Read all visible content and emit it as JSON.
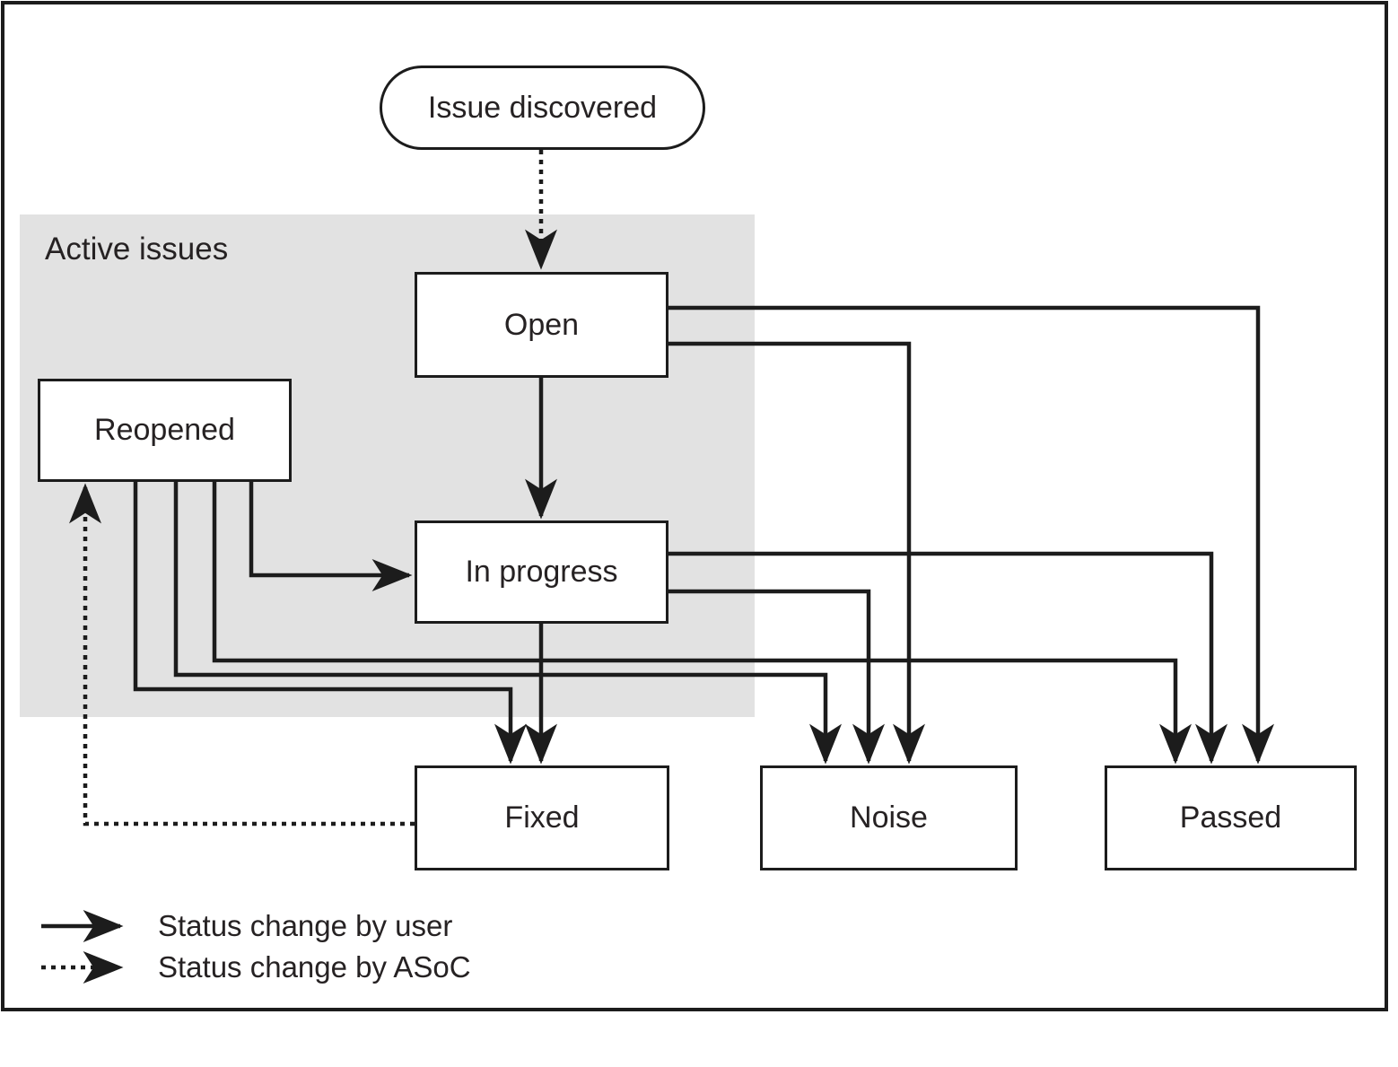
{
  "diagram": {
    "region_label": "Active issues",
    "nodes": {
      "issue_discovered": "Issue discovered",
      "open": "Open",
      "reopened": "Reopened",
      "in_progress": "In progress",
      "fixed": "Fixed",
      "noise": "Noise",
      "passed": "Passed"
    },
    "edges": [
      {
        "from": "issue_discovered",
        "to": "open",
        "style": "dotted"
      },
      {
        "from": "open",
        "to": "in_progress",
        "style": "solid"
      },
      {
        "from": "open",
        "to": "noise",
        "style": "solid"
      },
      {
        "from": "open",
        "to": "passed",
        "style": "solid"
      },
      {
        "from": "in_progress",
        "to": "fixed",
        "style": "solid"
      },
      {
        "from": "in_progress",
        "to": "noise",
        "style": "solid"
      },
      {
        "from": "in_progress",
        "to": "passed",
        "style": "solid"
      },
      {
        "from": "reopened",
        "to": "in_progress",
        "style": "solid"
      },
      {
        "from": "reopened",
        "to": "fixed",
        "style": "solid"
      },
      {
        "from": "reopened",
        "to": "noise",
        "style": "solid"
      },
      {
        "from": "reopened",
        "to": "passed",
        "style": "solid"
      },
      {
        "from": "fixed",
        "to": "reopened",
        "style": "dotted"
      }
    ],
    "legend": [
      {
        "style": "solid",
        "label": "Status change by user"
      },
      {
        "style": "dotted",
        "label": "Status change by ASoC"
      }
    ],
    "colors": {
      "line": "#1c1c1c",
      "region_bg": "#e2e2e2",
      "box_bg": "#ffffff",
      "text": "#262223"
    }
  }
}
